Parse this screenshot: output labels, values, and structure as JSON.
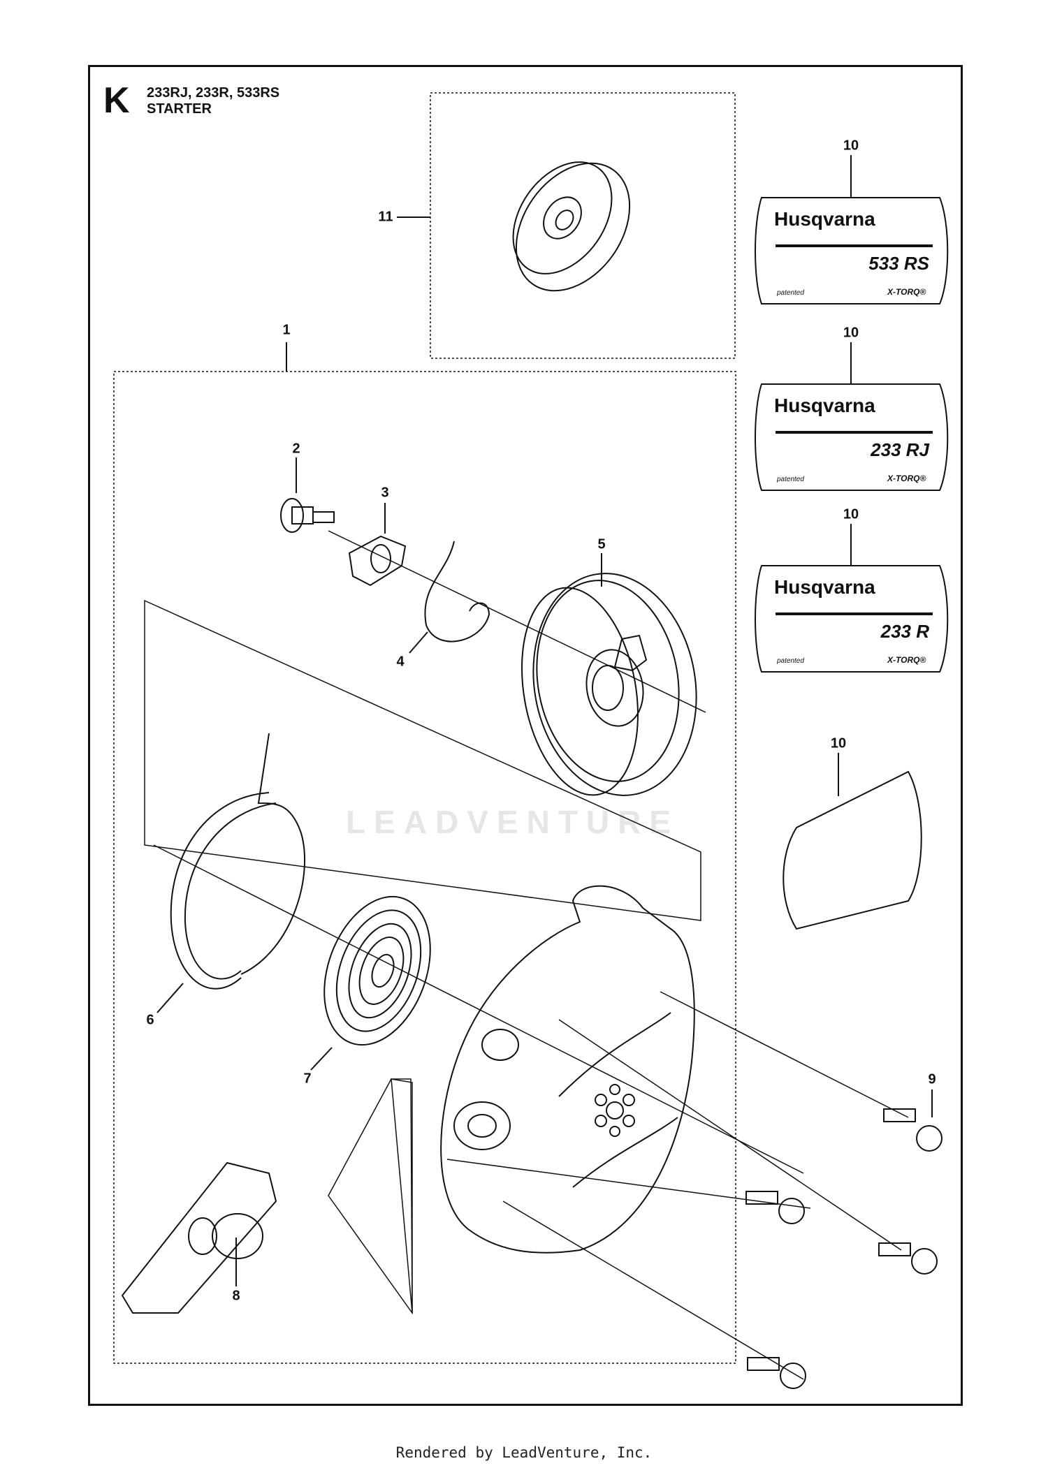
{
  "header": {
    "section_letter": "K",
    "models": "233RJ, 233R, 533RS",
    "title": "STARTER"
  },
  "callouts": {
    "c1": "1",
    "c2": "2",
    "c3": "3",
    "c4": "4",
    "c5": "5",
    "c6": "6",
    "c7": "7",
    "c8": "8",
    "c9": "9",
    "c10a": "10",
    "c10b": "10",
    "c10c": "10",
    "c10d": "10",
    "c11": "11"
  },
  "decals": [
    {
      "brand": "Husqvarna",
      "model": "533 RS",
      "left_note": "patented",
      "right_note": "X-TORQ®"
    },
    {
      "brand": "Husqvarna",
      "model": "233 RJ",
      "left_note": "patented",
      "right_note": "X-TORQ®"
    },
    {
      "brand": "Husqvarna",
      "model": "233 R",
      "left_note": "patented",
      "right_note": "X-TORQ®"
    }
  ],
  "watermark": "LEADVENTURE",
  "footer": "Rendered by LeadVenture, Inc."
}
